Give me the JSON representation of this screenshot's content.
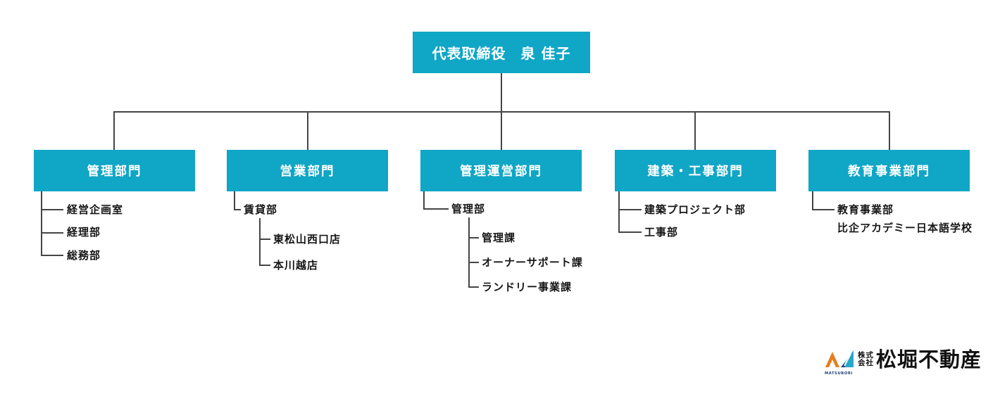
{
  "colors": {
    "accent": "#10a6c6",
    "line": "#454545",
    "ink": "#161616",
    "logo_orange": "#e87c1e",
    "logo_teal": "#28a7c8",
    "logo_navy": "#1c3f77"
  },
  "ceo": {
    "label": "代表取締役　泉 佳子"
  },
  "departments": [
    {
      "label": "管理部門",
      "children": [
        {
          "label": "経営企画室"
        },
        {
          "label": "経理部"
        },
        {
          "label": "総務部"
        }
      ]
    },
    {
      "label": "営業部門",
      "children": [
        {
          "label": "賃貸部",
          "children": [
            {
              "label": "東松山西口店"
            },
            {
              "label": "本川越店"
            }
          ]
        }
      ]
    },
    {
      "label": "管理運営部門",
      "children": [
        {
          "label": "管理部",
          "children": [
            {
              "label": "管理課"
            },
            {
              "label": "オーナーサポート課"
            },
            {
              "label": "ランドリー事業課"
            }
          ]
        }
      ]
    },
    {
      "label": "建築・工事部門",
      "children": [
        {
          "label": "建築プロジェクト部"
        },
        {
          "label": "工事部"
        }
      ]
    },
    {
      "label": "教育事業部門",
      "children": [
        {
          "label": "教育事業部",
          "sub_label": "比企アカデミー日本語学校"
        }
      ]
    }
  ],
  "logo": {
    "mark_caption": "MATSUBORI",
    "prefix_line1": "株式",
    "prefix_line2": "会社",
    "company_name": "松堀不動産"
  }
}
